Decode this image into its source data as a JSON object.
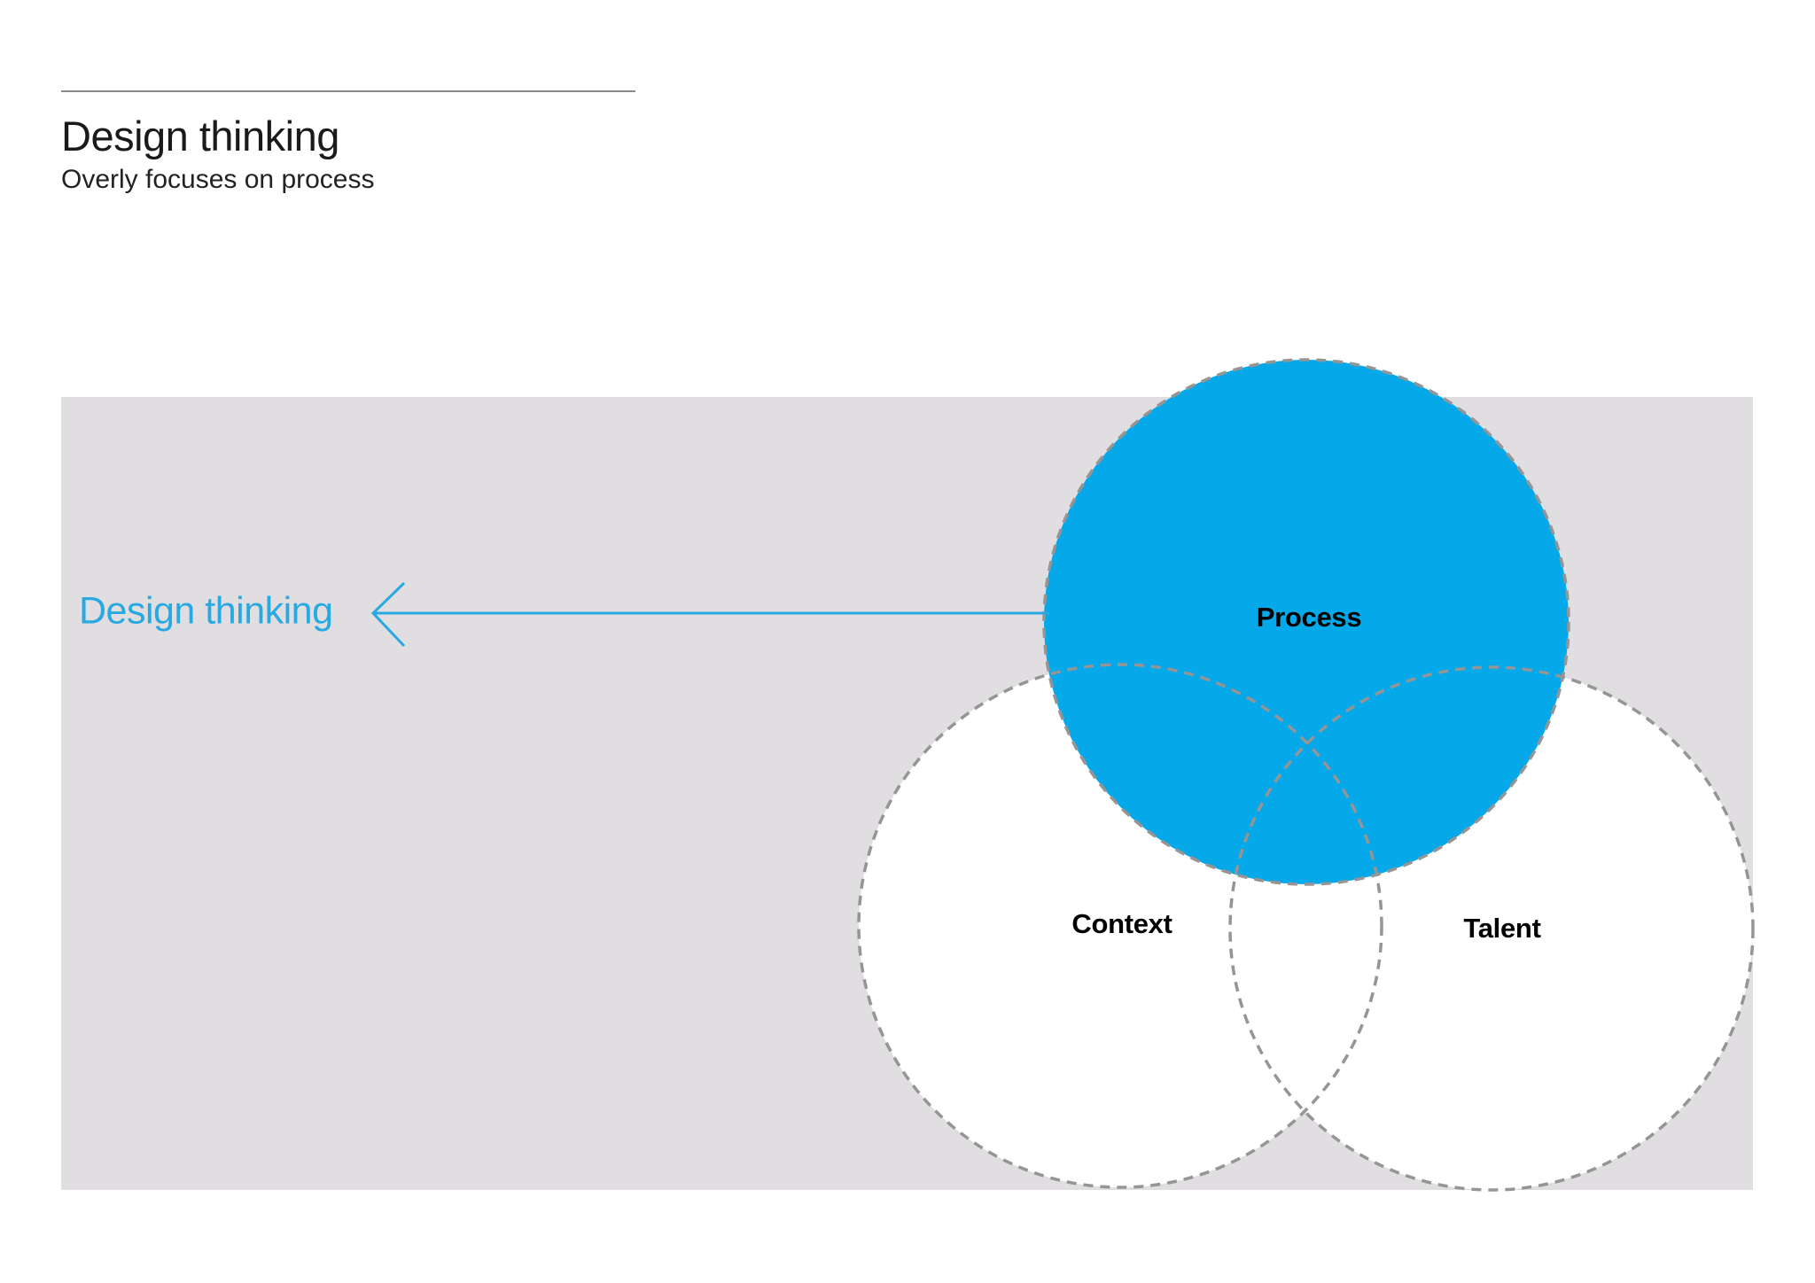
{
  "header": {
    "title": "Design thinking",
    "subtitle": "Overly focuses on process"
  },
  "annotation": {
    "label": "Design thinking"
  },
  "diagram": {
    "type": "venn",
    "sets": [
      {
        "label": "Process",
        "highlighted": true,
        "fill": "#05a8e8"
      },
      {
        "label": "Context",
        "highlighted": false,
        "fill": "#ffffff"
      },
      {
        "label": "Talent",
        "highlighted": false,
        "fill": "#ffffff"
      }
    ]
  },
  "colors": {
    "accent_blue": "#29a9e2",
    "process_fill": "#05a8e8",
    "white_fill": "#ffffff",
    "panel_gray": "#e0dee0",
    "dash_gray": "#959595",
    "rule_gray": "#8a8a8a"
  }
}
